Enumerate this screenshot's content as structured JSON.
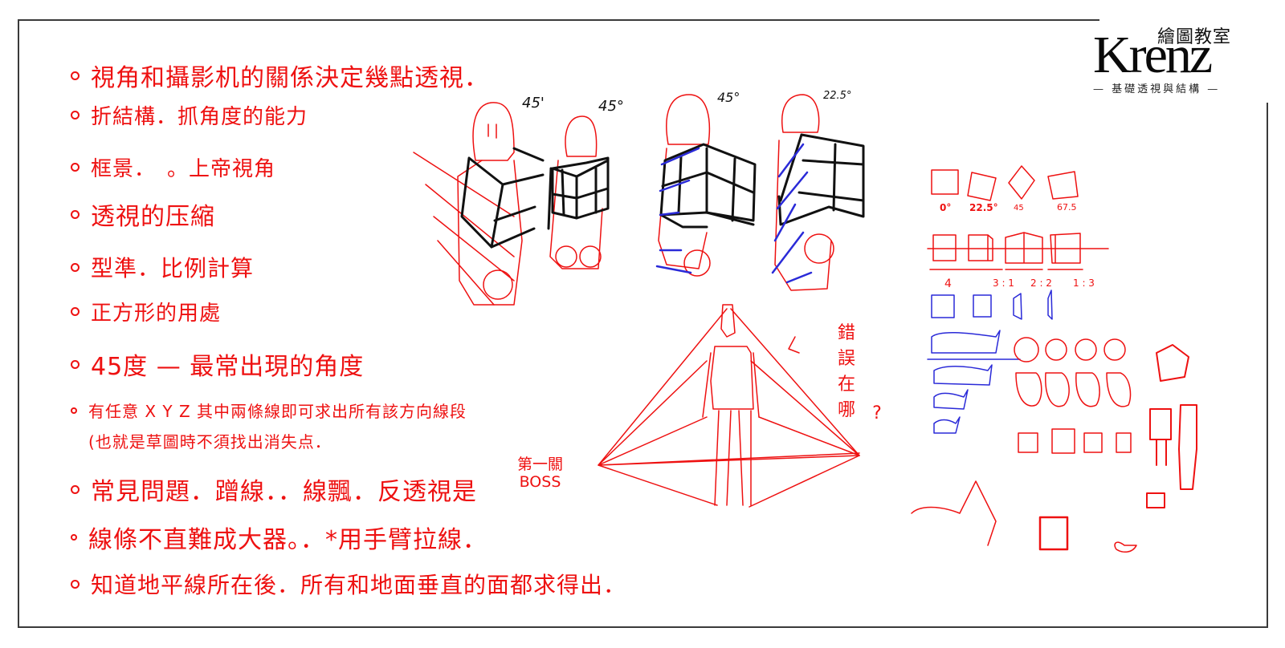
{
  "logo": {
    "zh_title": "繪圖教室",
    "en_title": "Krenz",
    "subtitle": "— 基礎透視與結構 —"
  },
  "notes": [
    {
      "text": "視角和攝影机的關係決定幾點透視．",
      "size": 30
    },
    {
      "text": "折結構．抓角度的能力",
      "size": 26
    },
    {
      "text": "框景．　。上帝視角",
      "size": 26
    },
    {
      "text": "透視的压縮",
      "size": 30
    },
    {
      "text": "型準．比例計算",
      "size": 28
    },
    {
      "text": "正方形的用處",
      "size": 26
    },
    {
      "text": "45度 — 最常出現的角度",
      "size": 30
    },
    {
      "text": "有任意 X Y Z 其中兩條線即可求出所有該方向線段",
      "size": 20
    },
    {
      "text": "(也就是草圖時不須找出消失点．",
      "size": 20
    },
    {
      "text": "常見問題．蹭線．．線飄．反透視是",
      "size": 30
    },
    {
      "text": "線條不直難成大器。．*用手臂拉線．",
      "size": 30
    },
    {
      "text": "知道地平線所在後．所有和地面垂直的面都求得出．",
      "size": 28
    }
  ],
  "boss_label": {
    "line1": "第一關",
    "line2": "BOSS"
  },
  "wrong_label": {
    "chars": [
      "錯",
      "誤",
      "在",
      "哪"
    ],
    "mark": "?"
  },
  "figure_angles": [
    "45'",
    "45°",
    "45°",
    "22.5°"
  ],
  "rotation_labels": [
    "0°",
    "22.5°",
    "45",
    "67.5"
  ],
  "ratio_labels": [
    "4",
    "3 : 1",
    "2 : 2",
    "1 : 3"
  ],
  "colors": {
    "ink_red": "#ee1111",
    "ink_blue": "#2a2ad8",
    "ink_black": "#111111",
    "frame": "#3a3a3a"
  }
}
